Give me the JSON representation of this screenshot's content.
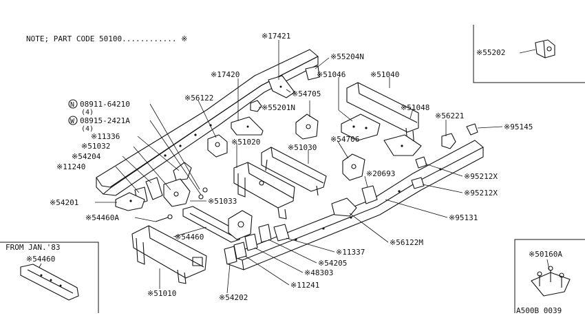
{
  "note": "NOTE; PART CODE 50100............ ※",
  "from_date": "FROM JAN.'83",
  "figure_code": "A500B 0039",
  "callouts": {
    "c17421": "※17421",
    "c55204N": "※55204N",
    "c17420": "※17420",
    "c51046": "※51046",
    "c51040": "※51040",
    "c54705": "※54705",
    "c56122": "※56122",
    "c55201N": "※55201N",
    "c08911": "08911-64210",
    "c08911q": "(4)",
    "c08915": "08915-2421A",
    "c08915q": "(4)",
    "c51048": "※51048",
    "c56221": "※56221",
    "c95145": "※95145",
    "c11336": "※11336",
    "c51032": "※51032",
    "c51020": "※51020",
    "c51030": "※51030",
    "c54706": "※54706",
    "c54204": "※54204",
    "c11240": "※11240",
    "c20693": "※20693",
    "c95212X_a": "※95212X",
    "c95212X_b": "※95212X",
    "c54201": "※54201",
    "c51033": "※51033",
    "c95131": "※95131",
    "c54460A": "※54460A",
    "c54460": "※54460",
    "c56122M": "※56122M",
    "c11337": "※11337",
    "c54205": "※54205",
    "c48303": "※48303",
    "c11241": "※11241",
    "c51010": "※51010",
    "c54202": "※54202",
    "c54460_inset": "※54460",
    "c55202": "※55202",
    "c50160A": "※50160A"
  },
  "circled": {
    "n": "N",
    "w": "W"
  }
}
